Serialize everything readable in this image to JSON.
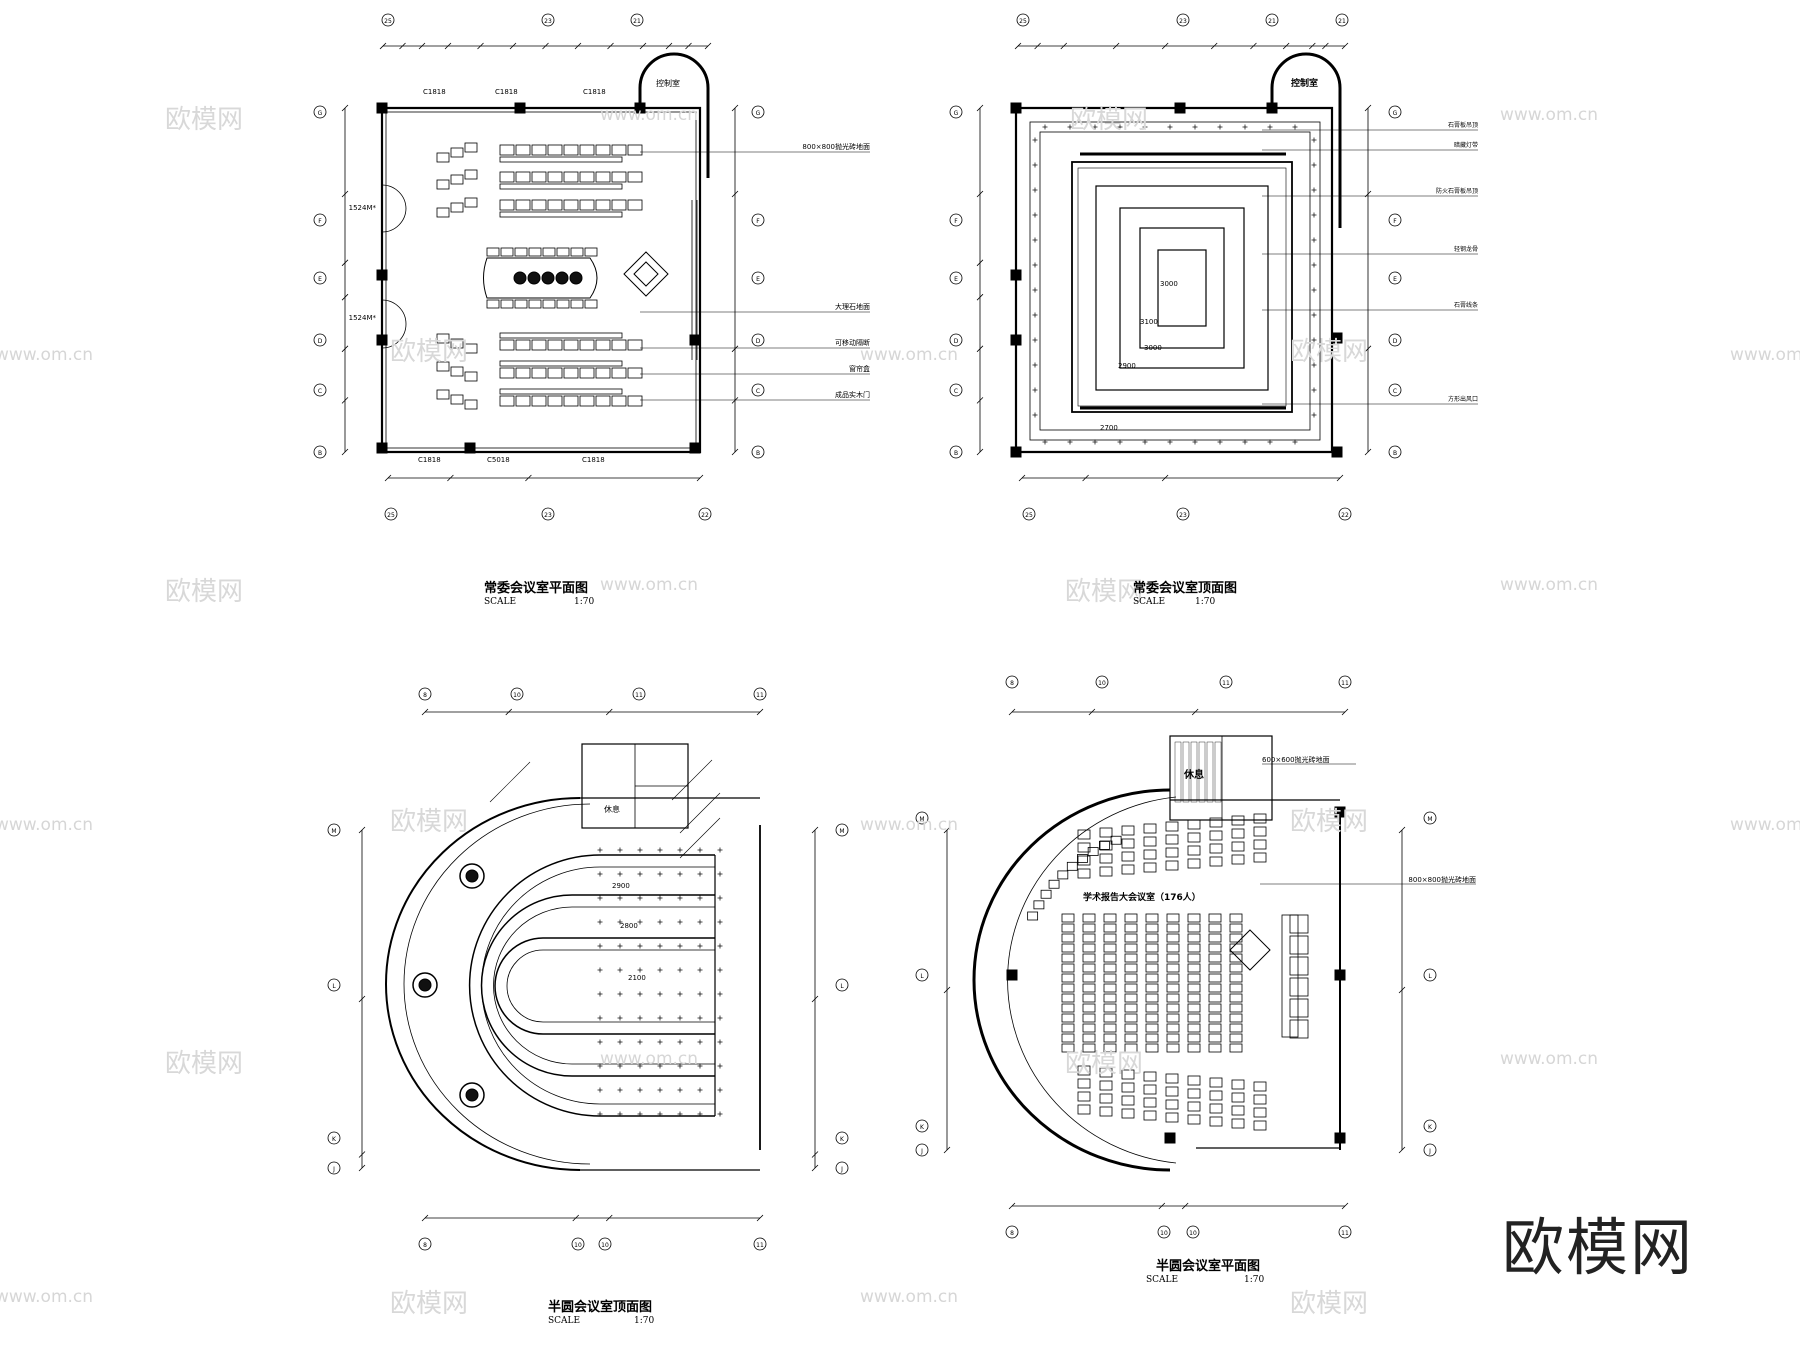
{
  "drawings": [
    {
      "id": "plan1",
      "title": "常委会议室平面图",
      "scale_label": "SCALE",
      "scale_value": "1:70",
      "window_labels": [
        "C1818",
        "C1818",
        "C1818",
        "C1818",
        "C5018",
        "C1818"
      ],
      "door_labels": [
        "1524M*",
        "1524M*"
      ],
      "notes": [
        "800×800抛光砖地面",
        "大理石地面",
        "可移动隔断",
        "窗帘盒",
        "成品实木门"
      ],
      "room_label": "控制室"
    },
    {
      "id": "plan2",
      "title": "常委会议室顶面图",
      "scale_label": "SCALE",
      "scale_value": "1:70",
      "room_label": "控制室",
      "dims": [
        "3000",
        "3100",
        "3000",
        "2900",
        "2700"
      ],
      "notes": [
        "石膏板吊顶",
        "暗藏灯带",
        "防火石膏板吊顶",
        "轻钢龙骨",
        "石膏线条",
        "方形出风口"
      ]
    },
    {
      "id": "plan3",
      "title": "半圆会议室顶面图",
      "scale_label": "SCALE",
      "scale_value": "1:70",
      "room_label": "休息",
      "dims": [
        "2900",
        "2800",
        "2100"
      ]
    },
    {
      "id": "plan4",
      "title": "半圆会议室平面图",
      "scale_label": "SCALE",
      "scale_value": "1:70",
      "room_label": "休息",
      "hall_label": "学术报告大会议室（176人）",
      "notes": [
        "600×600抛光砖地面",
        "800×800抛光砖地面"
      ]
    }
  ],
  "grid_labels": {
    "top1": [
      "25",
      "23",
      "21"
    ],
    "bottom1": [
      "25",
      "23",
      "22"
    ],
    "side1": [
      "G",
      "F",
      "E",
      "D",
      "C",
      "B"
    ],
    "top3": [
      "8",
      "10",
      "11",
      "11"
    ],
    "side3": [
      "M",
      "L",
      "K",
      "J"
    ]
  },
  "watermarks": {
    "brand": "欧模网",
    "url": "www.om.cn",
    "logo": "欧模网"
  }
}
